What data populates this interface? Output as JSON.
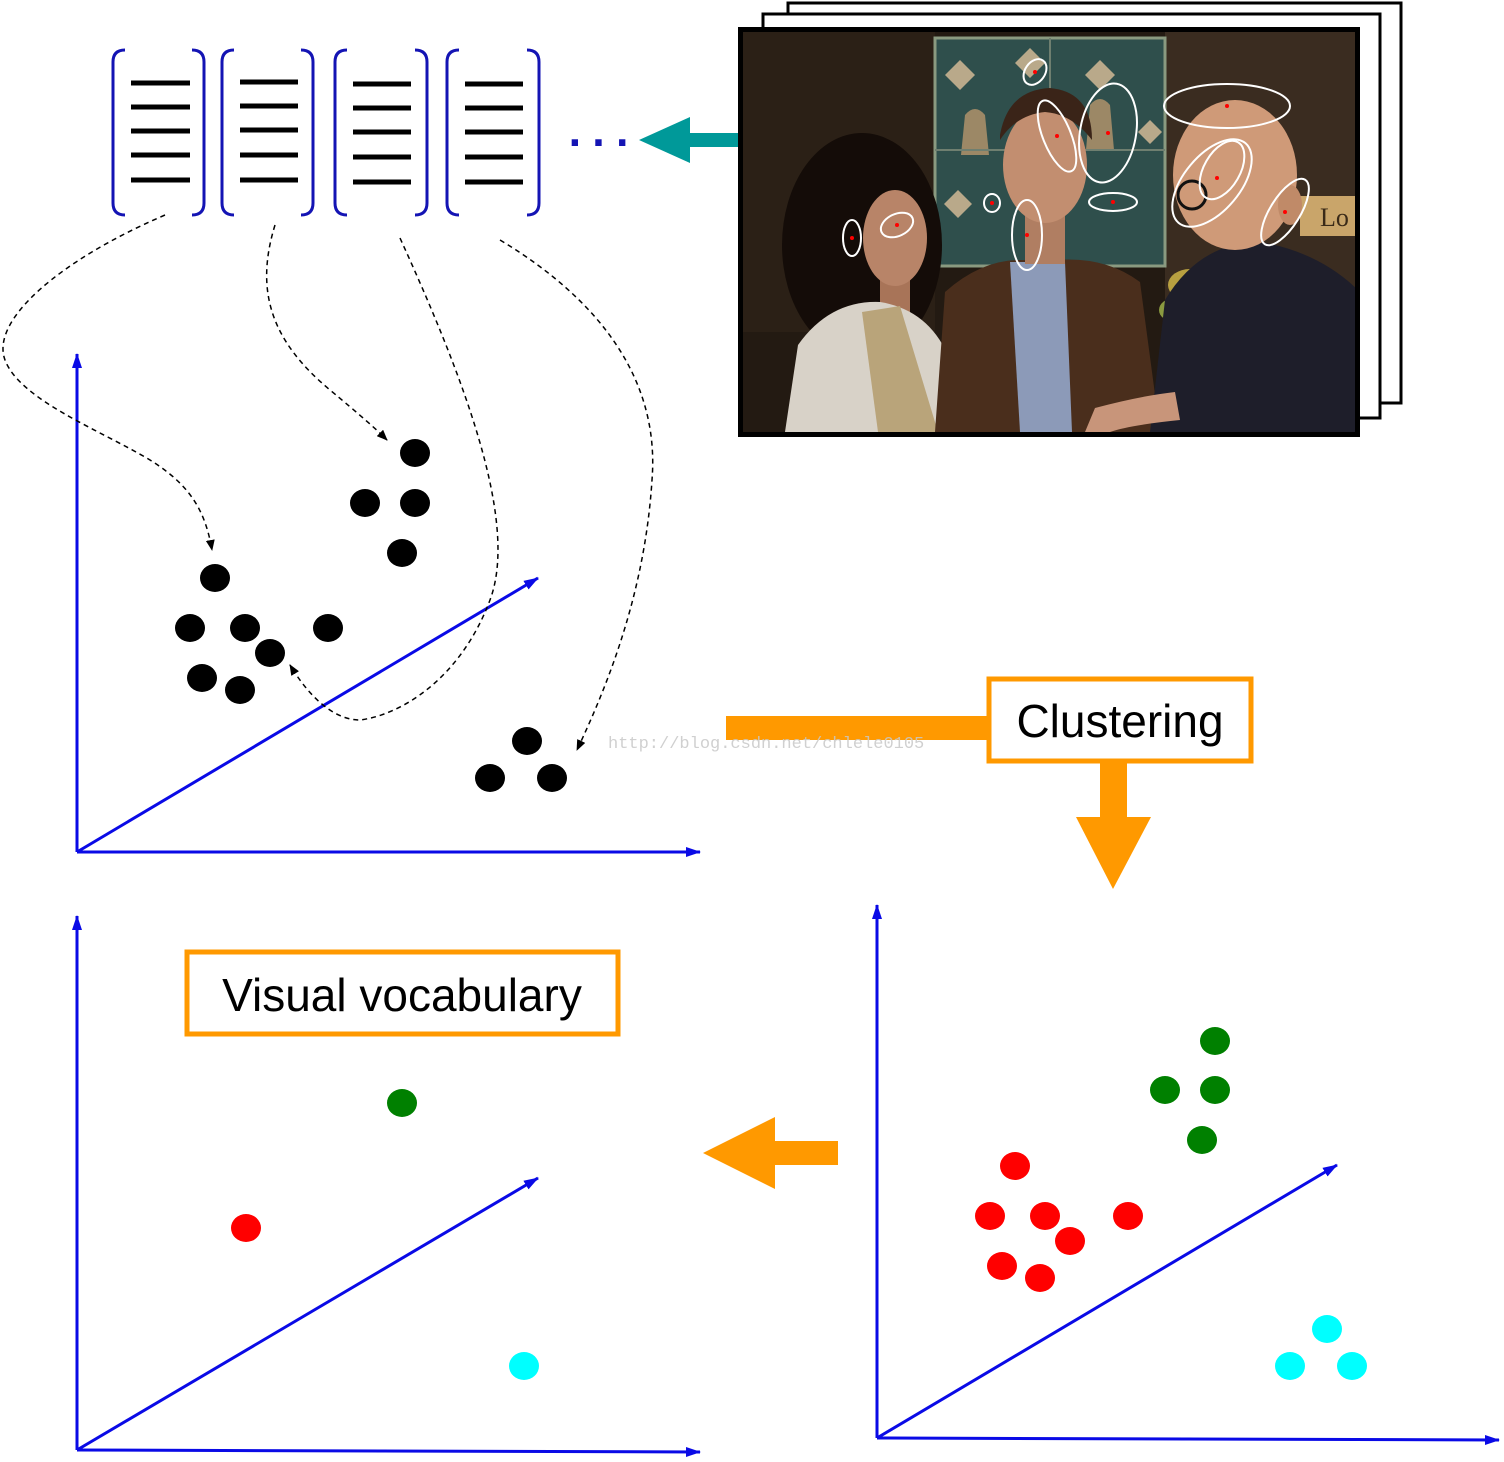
{
  "labels": {
    "ellipsis": "...",
    "clustering": "Clustering",
    "visual_vocabulary": "Visual vocabulary"
  },
  "photo": {
    "sign_text": "Lo"
  },
  "watermark": "http://blog.csdn.net/chlele0105",
  "colors": {
    "axis": "#0a0ae6",
    "bracket": "#1414b4",
    "descriptor_line": "#000000",
    "feature_point": "#000000",
    "cluster_red": "#ff0000",
    "cluster_green": "#008000",
    "cluster_cyan": "#00ffff",
    "arrow_orange": "#ff9900",
    "arrow_teal": "#009999",
    "dashed_arrow": "#000000",
    "photo_region": "#ffffff",
    "photo_keypoint": "#ff0000"
  }
}
